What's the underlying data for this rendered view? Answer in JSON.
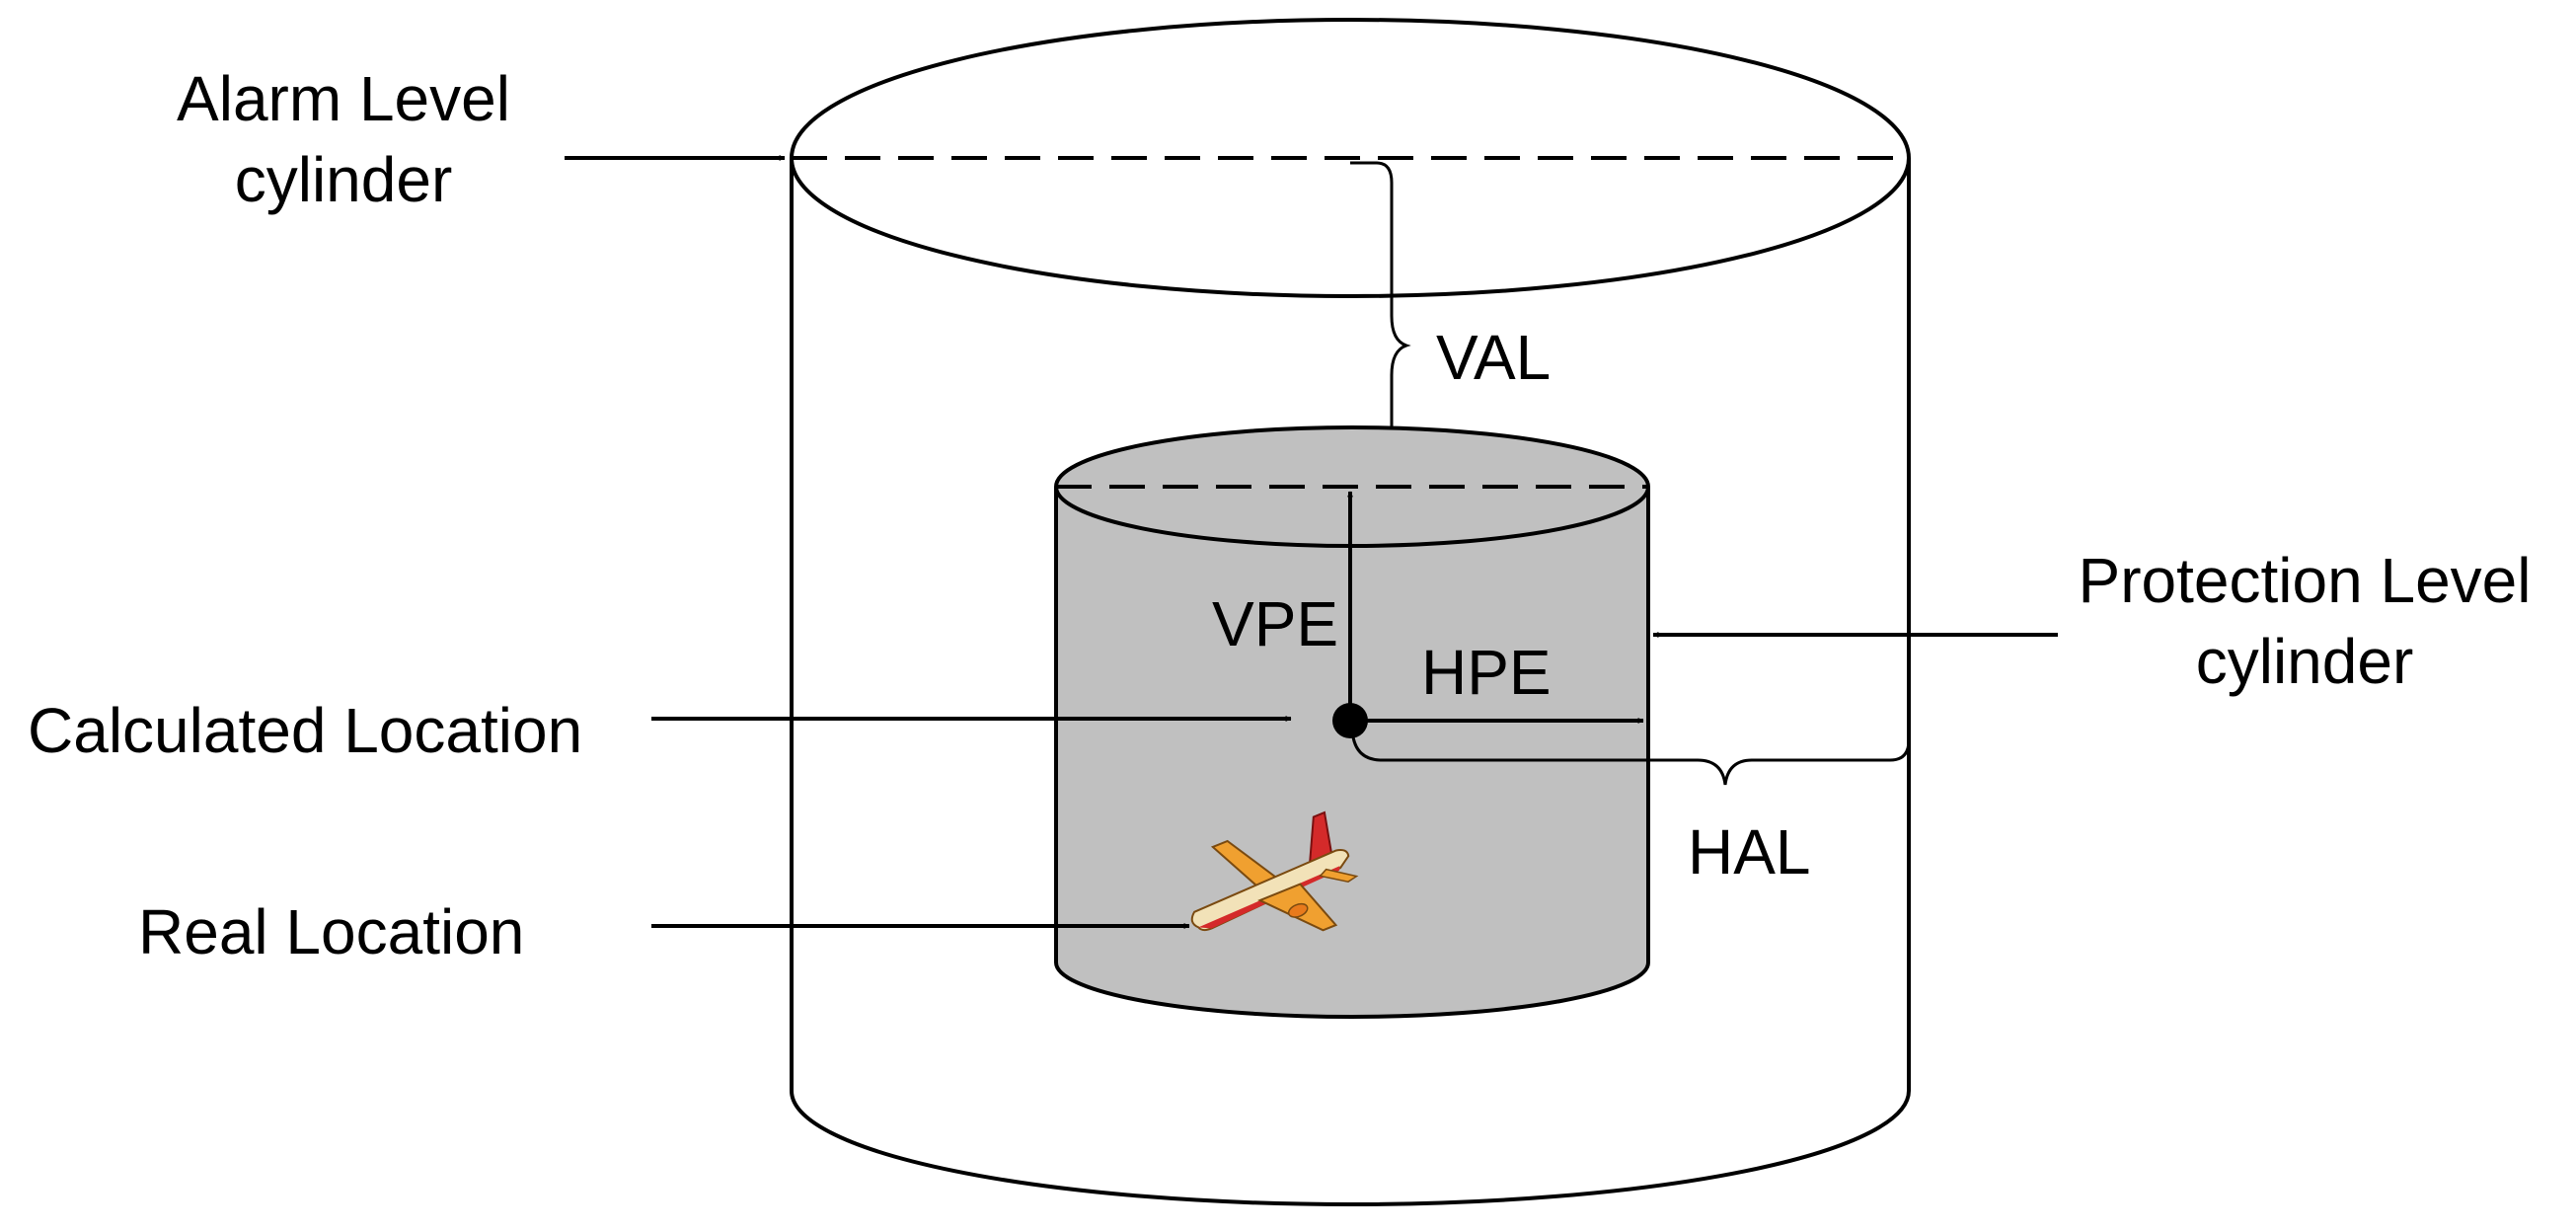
{
  "labels": {
    "alarm_line1": "Alarm Level",
    "alarm_line2": "cylinder",
    "protection_line1": "Protection Level",
    "protection_line2": "cylinder",
    "calculated": "Calculated Location",
    "real": "Real Location",
    "val": "VAL",
    "vpe": "VPE",
    "hpe": "HPE",
    "hal": "HAL"
  },
  "colors": {
    "stroke": "#000000",
    "inner_fill": "#c0c0c0",
    "outer_fill": "#ffffff",
    "plane_body": "#f2e2b8",
    "plane_accent": "#e87a1c",
    "plane_red": "#d42a2a"
  },
  "icons": {
    "airplane": "airplane-icon"
  }
}
